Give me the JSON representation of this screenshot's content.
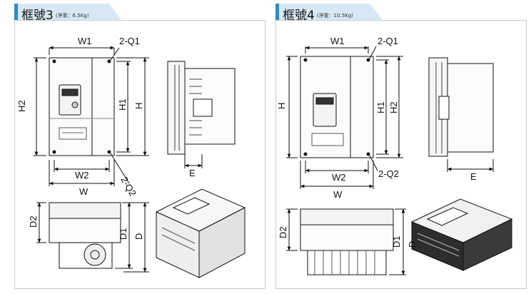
{
  "accent": "#2e8bc7",
  "tab_shade": "#d7e8f4",
  "left": {
    "frame_title": "框號3",
    "weight": "(淨重：6.5Kg)",
    "labels": {
      "W1": "W1",
      "Q1": "2-Q1",
      "H2": "H2",
      "H1": "H1",
      "H": "H",
      "W2": "W2",
      "Q2": "2-Q2",
      "W": "W",
      "E": "E",
      "D2": "D2",
      "D1": "D1",
      "D": "D"
    }
  },
  "right": {
    "frame_title": "框號4",
    "weight": "(淨重：10.5Kg)",
    "labels": {
      "W1": "W1",
      "Q1": "2-Q1",
      "H": "H",
      "H1": "H1",
      "H2": "H2",
      "W2": "W2",
      "Q2": "2-Q2",
      "W": "W",
      "E": "E",
      "D2": "D2",
      "D1": "D1",
      "D": "D"
    }
  }
}
